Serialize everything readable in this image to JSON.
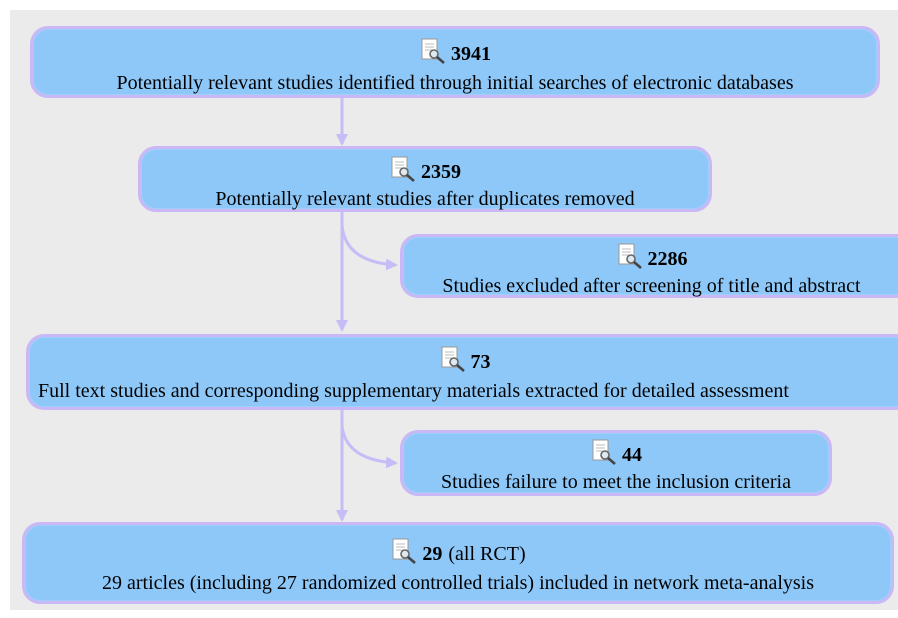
{
  "boxes": [
    {
      "count": "3941",
      "suffix": "",
      "description": "Potentially relevant studies identified through initial searches of electronic databases"
    },
    {
      "count": "2359",
      "suffix": "",
      "description": "Potentially relevant studies  after duplicates removed"
    },
    {
      "count": "2286",
      "suffix": "",
      "description": "Studies excluded after screening of title and abstract"
    },
    {
      "count": "73",
      "suffix": "",
      "description": "Full text studies and corresponding supplementary materials extracted for detailed assessment"
    },
    {
      "count": "44",
      "suffix": "",
      "description": "Studies failure to meet the inclusion criteria"
    },
    {
      "count": "29",
      "suffix": "(all RCT)",
      "description": "29 articles (including 27 randomized controlled trials) included in network meta-analysis"
    }
  ],
  "colors": {
    "box_fill": "#8ec8f8",
    "box_border": "#cab7f5",
    "arrow": "#c7bdf6",
    "background": "#ebebeb"
  },
  "icon": "document-search-icon"
}
